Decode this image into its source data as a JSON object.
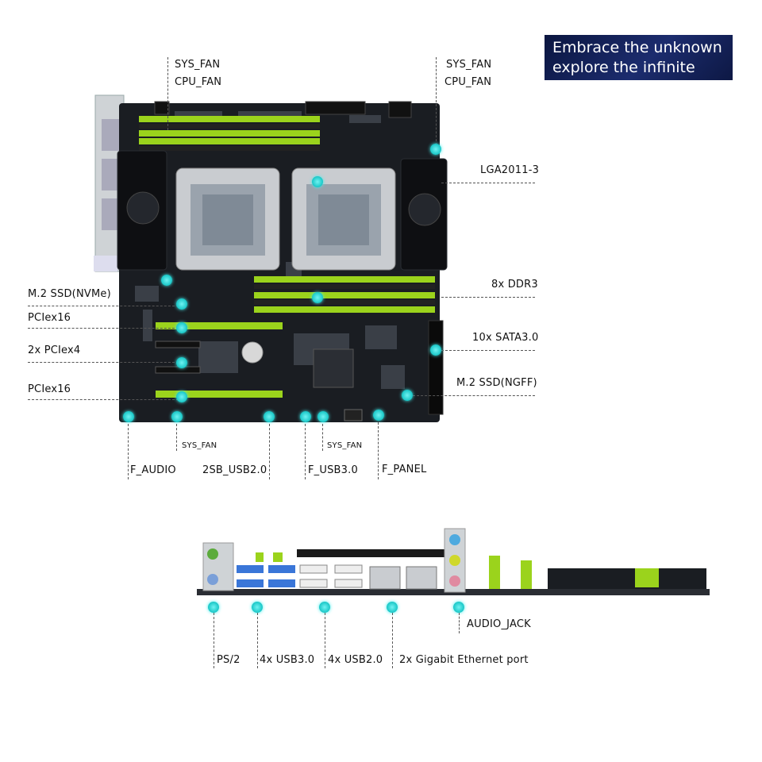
{
  "banner": {
    "line1": "Embrace the unknown",
    "line2": "explore the infinite"
  },
  "top_labels": {
    "sys_fan_left": "SYS_FAN",
    "cpu_fan_left": "CPU_FAN",
    "sys_fan_right": "SYS_FAN",
    "cpu_fan_right": "CPU_FAN"
  },
  "right_labels": {
    "socket": "LGA2011-3",
    "ddr": "8x DDR3",
    "sata": "10x SATA3.0",
    "m2_ngff": "M.2 SSD(NGFF)"
  },
  "left_labels": {
    "m2_nvme": "M.2 SSD(NVMe)",
    "pcie16_top": "PCIex16",
    "pcie4": "2x PCIex4",
    "pcie16_bottom": "PCIex16"
  },
  "bottom_labels": {
    "sys_fan_a": "SYS_FAN",
    "sys_fan_b": "SYS_FAN",
    "f_audio": "F_AUDIO",
    "usb20_header": "2SB_USB2.0",
    "f_usb30": "F_USB3.0",
    "f_panel": "F_PANEL"
  },
  "io_labels": {
    "audio_jack": "AUDIO_JACK",
    "ps2": "PS/2",
    "usb30": "4x USB3.0",
    "usb20": "4x USB2.0",
    "ethernet": "2x Gigabit Ethernet port"
  },
  "colors": {
    "board": "#1a1d22",
    "accent_green": "#9bd31c",
    "callout_cyan": "#1ccfcf",
    "banner_bg": "#13225a"
  }
}
